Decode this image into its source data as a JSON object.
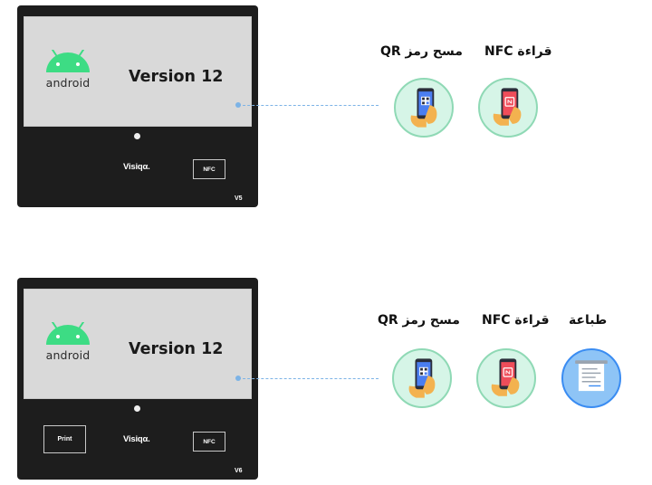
{
  "devices": [
    {
      "logo_text": "android",
      "version_text": "Version 12",
      "brand": "Visiqα.",
      "nfc_button": "NFC",
      "model": "V5",
      "features": [
        {
          "label": "مسح رمز QR",
          "icon": "qr-phone-icon"
        },
        {
          "label": "قراءة NFC",
          "icon": "nfc-phone-icon"
        }
      ]
    },
    {
      "logo_text": "android",
      "version_text": "Version 12",
      "brand": "Visiqα.",
      "nfc_button": "NFC",
      "print_button": "Print",
      "model": "V6",
      "features": [
        {
          "label": "مسح رمز QR",
          "icon": "qr-phone-icon"
        },
        {
          "label": "قراءة NFC",
          "icon": "nfc-phone-icon"
        },
        {
          "label": "طباعة",
          "icon": "receipt-icon"
        }
      ]
    }
  ],
  "colors": {
    "device_body": "#1d1d1d",
    "screen": "#d9d9d9",
    "android_green": "#3ddc84",
    "connector": "#7cb3e6",
    "feature_green": "#d6f5e7",
    "feature_blue": "#8ec4f6"
  }
}
